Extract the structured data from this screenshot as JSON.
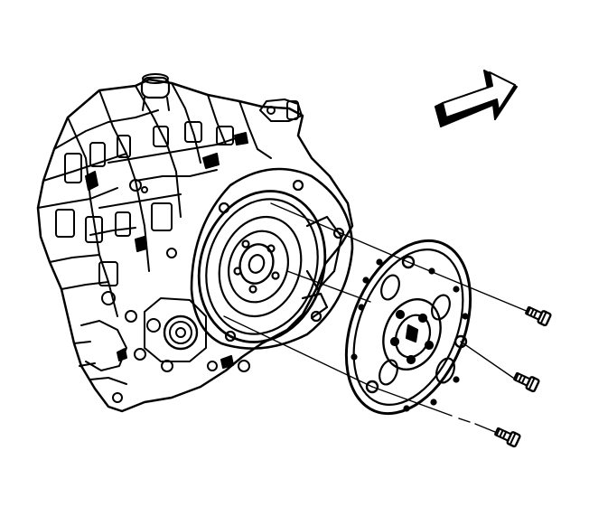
{
  "figure": {
    "background": "#ffffff",
    "ink": "#000000",
    "parts": [
      {
        "id": "transaxle-case",
        "icon": "transaxle-housing"
      },
      {
        "id": "torque-converter",
        "icon": "torque-converter"
      },
      {
        "id": "flexplate",
        "icon": "flexplate-disc"
      },
      {
        "id": "bolts",
        "icon": "bolt",
        "count": 3
      },
      {
        "id": "direction",
        "icon": "direction-arrow"
      }
    ]
  }
}
